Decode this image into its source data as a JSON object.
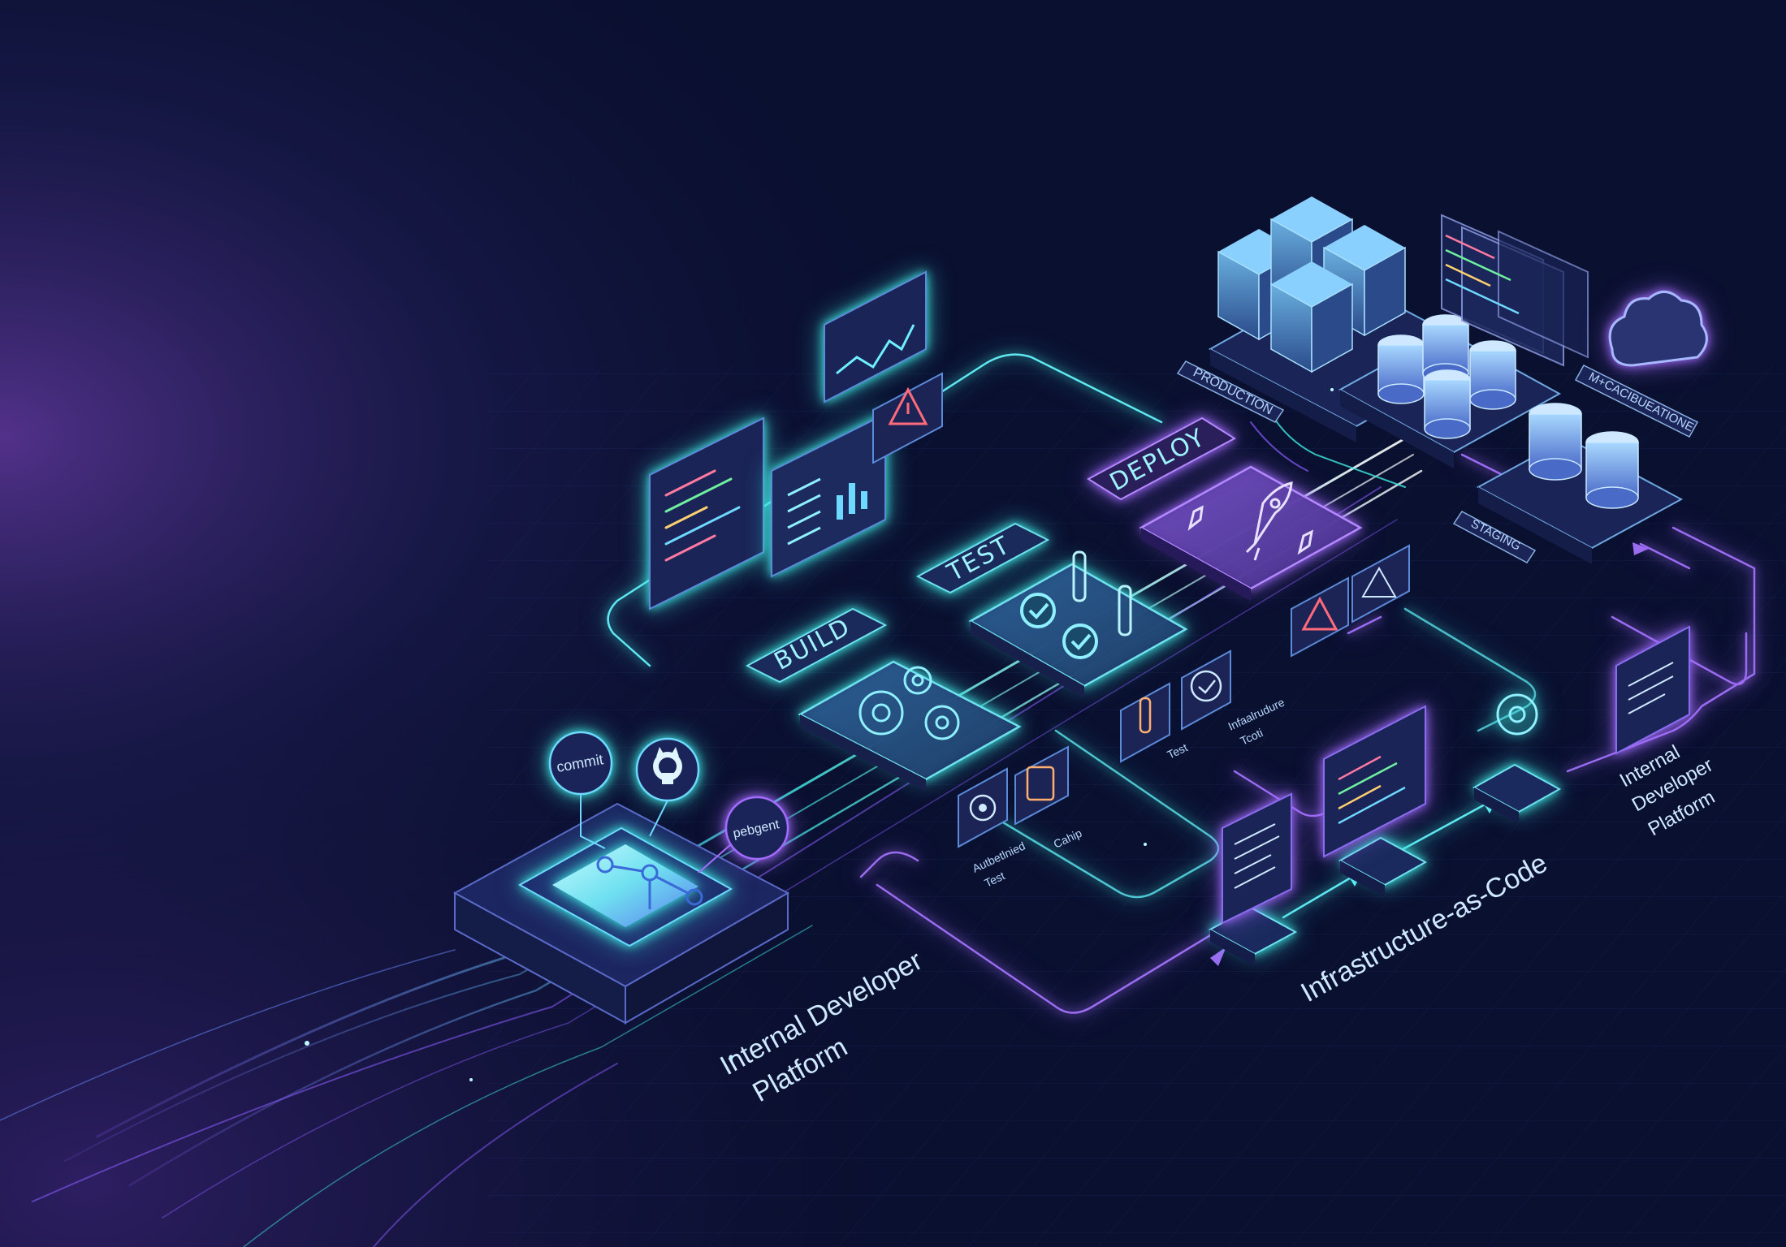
{
  "stages": {
    "build": "BUILD",
    "test": "TEST",
    "deploy": "DEPLOY"
  },
  "source": {
    "commit": "commit",
    "branch": "pebgent"
  },
  "environments": {
    "production": "PRODUCTION",
    "staging": "STAGING",
    "cloud": "M+CACIBUEATIONE"
  },
  "captions": {
    "idp_main_line1": "Internal Developer",
    "idp_main_line2": "Platform",
    "iac": "Infrastructure-as-Code",
    "idp_right_line1": "Internal",
    "idp_right_line2": "Developer",
    "idp_right_line3": "Platform"
  },
  "small_labels": {
    "automated_test_line1": "Autbetlnied",
    "automated_test_line2": "Test",
    "catalog": "Cahip",
    "test": "Test",
    "infra_tool_line1": "Infaalrudure",
    "infra_tool_line2": "Tcoti"
  },
  "icons": [
    "github-icon",
    "git-graph-icon",
    "gear-icon",
    "flask-icon",
    "check-icon",
    "rocket-icon",
    "warning-icon",
    "server-stack-icon",
    "database-icon",
    "cloud-icon",
    "code-window-icon",
    "line-chart-icon",
    "bar-chart-icon",
    "checklist-icon"
  ],
  "colors": {
    "background": "#0a1030",
    "cyan": "#3ee8e0",
    "violet": "#a46cff",
    "warning": "#ff6b7a",
    "panel": "#1a2a5a"
  }
}
